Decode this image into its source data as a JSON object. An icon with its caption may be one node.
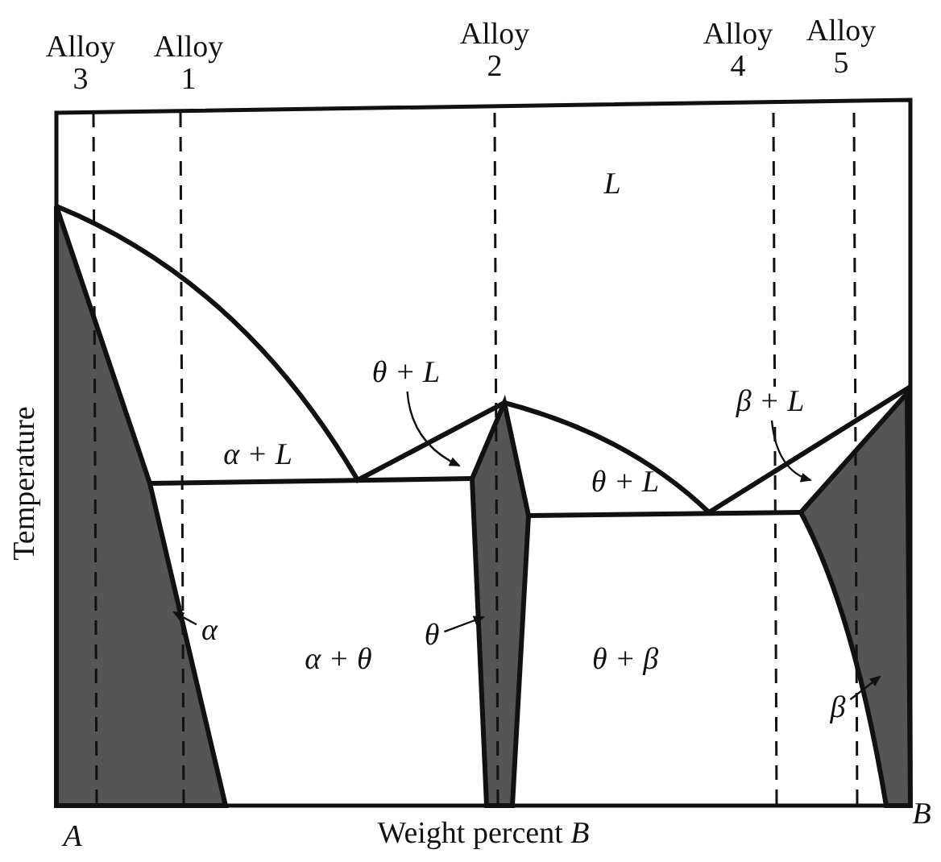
{
  "diagram": {
    "nodes": [
      {
        "text": [
          "θ + L"
        ]
      },
      {
        "text": [
          "β + L"
        ]
      },
      {
        "text": [
          "α"
        ]
      },
      {
        "text": [
          "θ"
        ]
      },
      {
        "text": [
          "β"
        ]
      }
    ],
    "edges": [
      {
        "from": 0,
        "to": null,
        "arrow": "to"
      },
      {
        "from": 1,
        "to": null,
        "arrow": "to"
      },
      {
        "from": 2,
        "to": null,
        "arrow": "to"
      },
      {
        "from": 3,
        "to": null,
        "arrow": "to"
      },
      {
        "from": 4,
        "to": null,
        "arrow": "to"
      }
    ],
    "labels": [
      "Alloy 3",
      "Alloy 1",
      "Alloy 2",
      "Alloy 4",
      "Alloy 5",
      "L",
      "α + L",
      "θ + L",
      "α + θ",
      "θ + β",
      "Temperature",
      "A",
      "Weight percent *B*",
      "B"
    ]
  }
}
